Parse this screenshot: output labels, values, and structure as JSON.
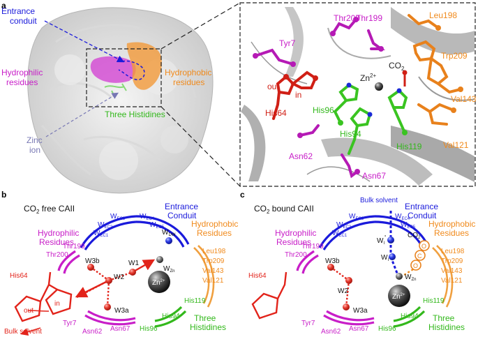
{
  "panels": {
    "a": "a",
    "b": "b",
    "c": "c"
  },
  "colors": {
    "blue": "#1a1adb",
    "orange": "#f08a1c",
    "magenta": "#c81ec8",
    "green": "#33b81c",
    "red": "#e2231a",
    "grey": "#9a9a9a",
    "zinc_label": "#7878b4"
  },
  "panel_a": {
    "entrance": "Entrance\nconduit",
    "hydrophilic": "Hydrophilic\nresidues",
    "hydrophobic": "Hydrophobic\nresidues",
    "three_his": "Three Histidines",
    "zinc_ion": "Zinc\nion",
    "inset": {
      "thr200": "Thr200",
      "thr199": "Thr199",
      "leu198": "Leu198",
      "tyr7": "Tyr7",
      "trp209": "Trp209",
      "co2": "CO",
      "co2_sub": "2",
      "zn": "Zn",
      "zn_sup": "2+",
      "out": "out",
      "in": "in",
      "his96": "His96",
      "val143": "Val143",
      "his64": "His64",
      "his94": "His94",
      "his119": "His119",
      "val121": "Val121",
      "asn62": "Asn62",
      "asn67": "Asn67"
    }
  },
  "panel_b": {
    "title": "CO",
    "title_sub": "2",
    "title_rest": " free CAII",
    "entrance": "Entrance\nConduit",
    "hydrophilic": "Hydrophilic\nResidues",
    "hydrophobic": "Hydrophobic\nResidues",
    "three_his": "Three\nHistidines",
    "wec": [
      "W",
      "W",
      "W",
      "W",
      "W"
    ],
    "wec_subs": [
      "EC1",
      "EC2",
      "EC3",
      "EC4",
      "EC5"
    ],
    "wdw": "W",
    "wdw_sub": "DW",
    "wzn": "W",
    "wzn_sub": "Zn",
    "w1": "W1",
    "w2": "W2",
    "w3a": "W3a",
    "w3b": "W3b",
    "zn": "Zn",
    "zn_sup": "2+",
    "thr199": "Thr199",
    "thr200": "Thr200",
    "his64": "His64",
    "out": "out",
    "in": "in",
    "bulk": "Bulk solvent",
    "tyr7": "Tyr7",
    "asn62": "Asn62",
    "asn67": "Asn67",
    "his96": "His96",
    "his94": "His94",
    "his119": "His119",
    "leu198": "Leu198",
    "trp209": "Trp209",
    "val143": "Val143",
    "val121": "Val121"
  },
  "panel_c": {
    "title": "CO",
    "title_sub": "2",
    "title_rest": " bound CAII",
    "bulk": "Bulk solvent",
    "entrance": "Entrance\nConduit",
    "hydrophilic": "Hydrophilic\nResidues",
    "hydrophobic": "Hydrophobic\nResidues",
    "three_his": "Three\nHistidines",
    "wi": "W",
    "wi_sub": "I",
    "wi_prime": "'",
    "wi2": "W",
    "wi2_sub": "I",
    "co2": "CO",
    "co2_sub": "2",
    "c": "C",
    "o1": "O",
    "o2": "O",
    "wzn": "W",
    "wzn_sub": "Zn",
    "w2": "W2",
    "w3a": "W3a",
    "w3b": "W3b",
    "zn": "Zn",
    "zn_sup": "2+"
  }
}
